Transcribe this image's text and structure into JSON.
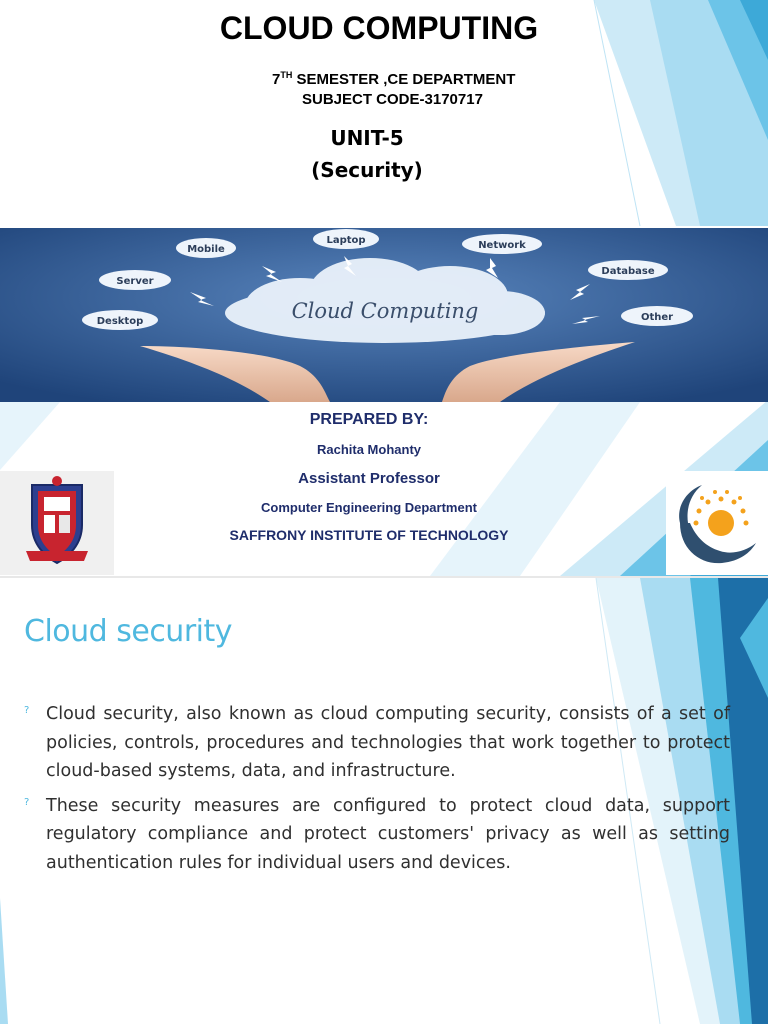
{
  "slide1": {
    "title": "CLOUD COMPUTING",
    "semester_number": "7",
    "semester_suffix": "TH",
    "semester_rest": " SEMESTER ,CE DEPARTMENT",
    "subject_code": "SUBJECT CODE-3170717",
    "unit": "UNIT-5",
    "unit_subtitle": "(Security)",
    "banner": {
      "cloud_text": "Cloud Computing",
      "labels": [
        "Mobile",
        "Laptop",
        "Network",
        "Server",
        "Database",
        "Desktop",
        "Other"
      ]
    },
    "prepared": {
      "label": "PREPARED BY:",
      "name": "Rachita Mohanty",
      "designation": "Assistant Professor",
      "department": "Computer Engineering Department",
      "institute": "SAFFRONY INSTITUTE OF TECHNOLOGY"
    }
  },
  "slide2": {
    "title": "Cloud security",
    "bullet_marker": "?",
    "bullets": [
      "Cloud security, also known as cloud computing security, consists of a set of policies, controls, procedures and technologies that work together to protect cloud-based systems, data, and infrastructure.",
      "These security measures are configured to protect cloud data, support regulatory compliance and protect customers' privacy as well as setting authentication rules for individual users and devices."
    ]
  },
  "colors": {
    "accent_blue": "#4fb8df",
    "dark_navy": "#1f2d6b",
    "triangle_light": "#a9dcf2",
    "triangle_mid": "#4fb8df",
    "triangle_dark": "#1d6fa8",
    "banner_blue": "#2f5d98"
  }
}
